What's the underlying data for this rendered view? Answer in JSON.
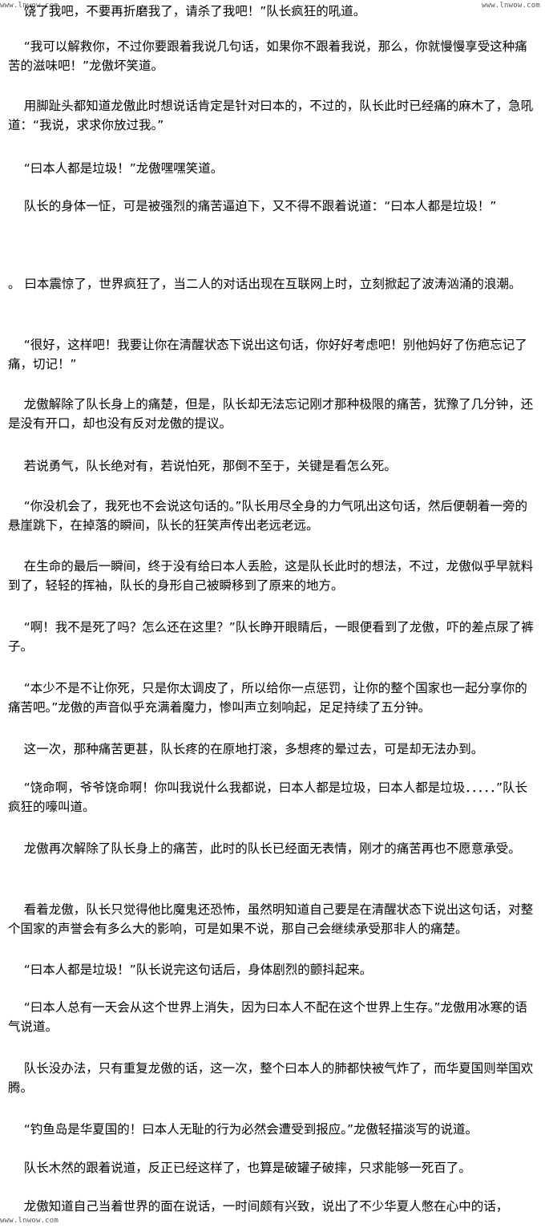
{
  "watermark": {
    "top_left": "www.lnwow.com",
    "top_right": "www.lnwow.com",
    "bottom_left": "www.lnwow.com"
  },
  "paragraphs": [
    "    饶了我吧，不要再折磨我了，请杀了我吧！”队长疯狂的吼道。",
    "    “我可以解救你，不过你要跟着我说几句话，如果你不跟着我说，那么，你就慢慢享受这种痛苦的滋味吧！”龙傲坏笑道。",
    "    用脚趾头都知道龙傲此时想说话肯定是针对曰本的，不过的，队长此时已经痛的麻木了，急吼道：“我说，求求你放过我。”",
    "    “曰本人都是垃圾！”龙傲嘿嘿笑道。",
    "    队长的身体一怔，可是被强烈的痛苦逼迫下，又不得不跟着说道：“曰本人都是垃圾！”",
    "。 曰本震惊了，世界疯狂了，当二人的对话出现在互联网上时，立刻掀起了波涛汹涌的浪潮。",
    "    “很好，这样吧！我要让你在清醒状态下说出这句话，你好好考虑吧！别他妈好了伤疤忘记了痛，切记！”",
    "    龙傲解除了队长身上的痛楚，但是，队长却无法忘记刚才那种极限的痛苦，犹豫了几分钟，还是没有开口，却也没有反对龙傲的提议。",
    "    若说勇气，队长绝对有，若说怕死，那倒不至于，关键是看怎么死。",
    "    “你没机会了，我死也不会说这句话的。”队长用尽全身的力气吼出这句话，然后便朝着一旁的悬崖跳下，在掉落的瞬间，队长的狂笑声传出老远老远。",
    "    在生命的最后一瞬间，终于没有给曰本人丢脸，这是队长此时的想法，不过，龙傲似乎早就料到了，轻轻的挥袖，队长的身形自己被瞬移到了原来的地方。",
    "    “啊！我不是死了吗？怎么还在这里？”队长睁开眼睛后，一眼便看到了龙傲，吓的差点尿了裤子。",
    "    “本少不是不让你死，只是你太调皮了，所以给你一点惩罚，让你的整个国家也一起分享你的痛苦吧。”龙傲的声音似乎充满着魔力，惨叫声立刻响起，足足持续了五分钟。",
    "    这一次，那种痛苦更甚，队长疼的在原地打滚，多想疼的晕过去，可是却无法办到。",
    "    “饶命啊，爷爷饶命啊！你叫我说什么我都说，曰本人都是垃圾，曰本人都是垃圾．．．．．”队长疯狂的嚎叫道。",
    "    龙傲再次解除了队长身上的痛苦，此时的队长已经面无表情，刚才的痛苦再也不愿意承受。",
    "    看着龙傲，队长只觉得他比魔鬼还恐怖，虽然明知道自己要是在清醒状态下说出这句话，对整个国家的声誉会有多么大的影响，可是如果不说，那自己会继续承受那非人的痛楚。",
    "    “曰本人都是垃圾！”队长说完这句话后，身体剧烈的颤抖起来。",
    "    “曰本人总有一天会从这个世界上消失，因为曰本人不配在这个世界上生存。”龙傲用冰寒的语气说道。",
    "    队长没办法，只有重复龙傲的话，这一次，整个曰本人的肺都快被气炸了，而华夏国则举国欢腾。",
    "    “钓鱼岛是华夏国的！曰本人无耻的行为必然会遭受到报应。”龙傲轻描淡写的说道。",
    "    队长木然的跟着说道，反正已经这样了，也算是破罐子破摔，只求能够一死百了。",
    "    龙傲知道自己当着世界的面在说话，一时间颇有兴致，说出了不少华夏人憋在心中的话，"
  ]
}
